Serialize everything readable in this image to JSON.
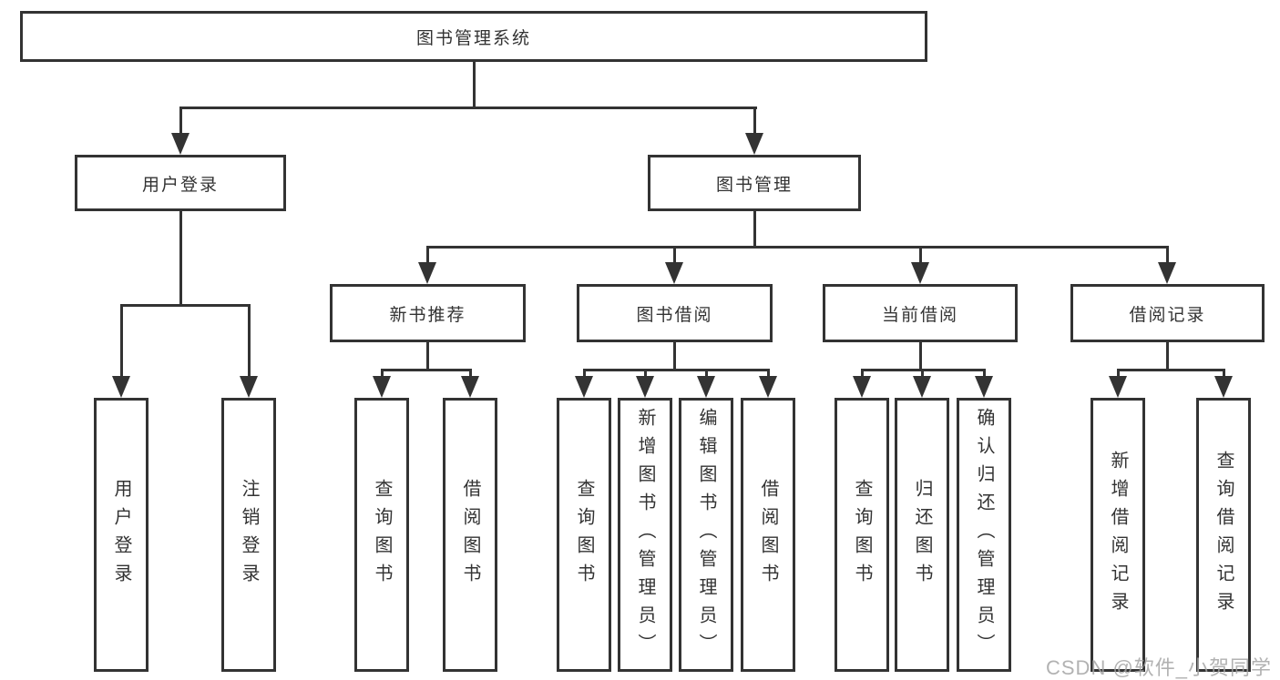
{
  "diagram": {
    "root": {
      "label": "图书管理系统"
    },
    "level2": [
      {
        "label": "用户登录"
      },
      {
        "label": "图书管理"
      }
    ],
    "level3": [
      {
        "label": "新书推荐"
      },
      {
        "label": "图书借阅"
      },
      {
        "label": "当前借阅"
      },
      {
        "label": "借阅记录"
      }
    ],
    "leaves": {
      "user_login": [
        {
          "label": "用户登录"
        },
        {
          "label": "注销登录"
        }
      ],
      "new_book_recommend": [
        {
          "label": "查询图书"
        },
        {
          "label": "借阅图书"
        }
      ],
      "book_borrow": [
        {
          "label": "查询图书"
        },
        {
          "label": "新增图书（管理员）"
        },
        {
          "label": "编辑图书（管理员）"
        },
        {
          "label": "借阅图书"
        }
      ],
      "current_borrow": [
        {
          "label": "查询图书"
        },
        {
          "label": "归还图书"
        },
        {
          "label": "确认归还（管理员）"
        }
      ],
      "borrow_records": [
        {
          "label": "新增借阅记录"
        },
        {
          "label": "查询借阅记录"
        }
      ]
    },
    "watermark": "CSDN @软件_小贺同学",
    "colors": {
      "line": "#333333",
      "text": "#333333",
      "background": "#ffffff",
      "watermark": "#a5a5a5"
    }
  }
}
